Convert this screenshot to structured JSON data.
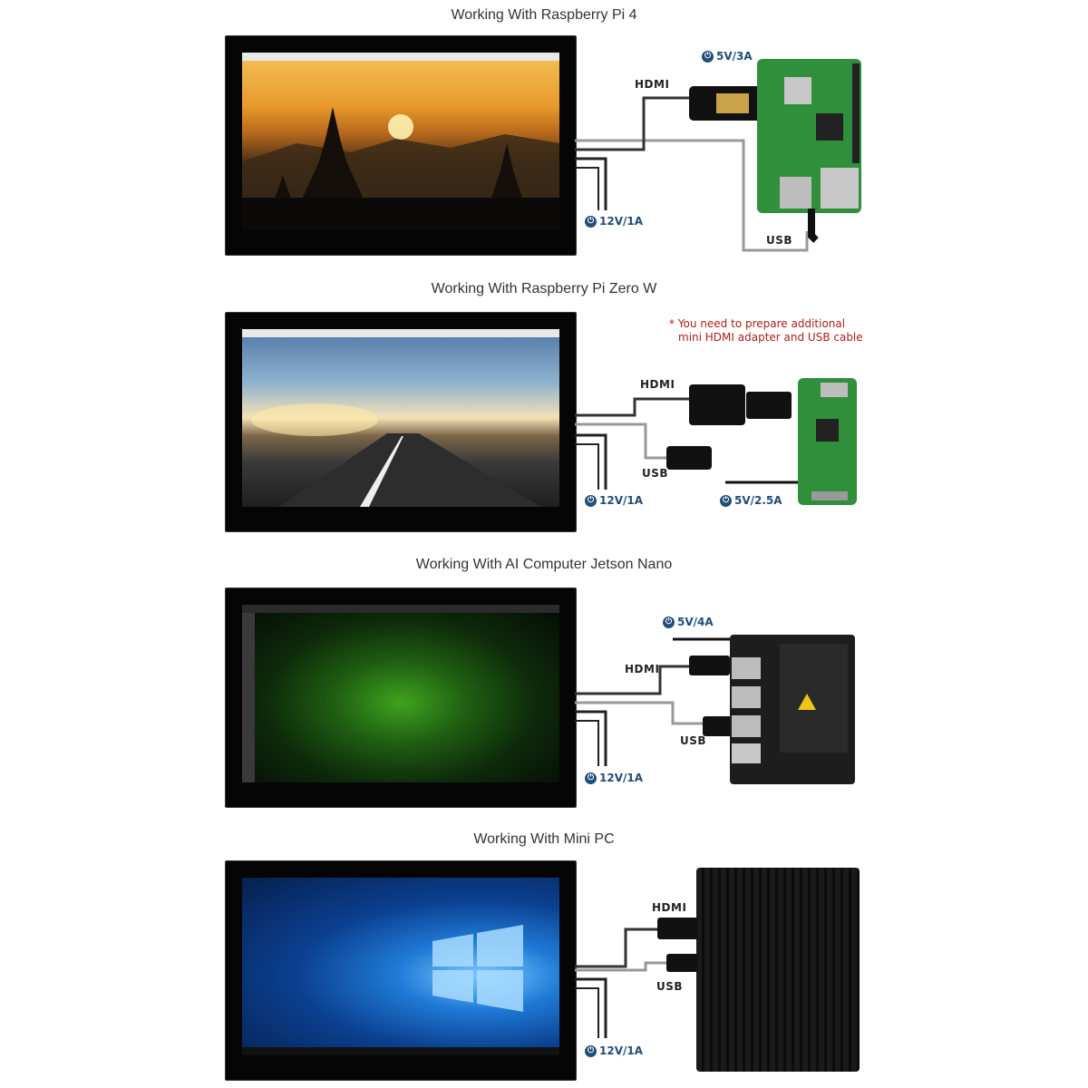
{
  "sections": [
    {
      "title": "Working With Raspberry Pi 4",
      "labels": {
        "hdmi": "HDMI",
        "usb": "USB"
      },
      "power": {
        "display": "12V/1A",
        "device": "5V/3A"
      }
    },
    {
      "title": "Working With Raspberry Pi Zero W",
      "note_line1": "* You need to prepare additional",
      "note_line2": "mini HDMI adapter and USB cable",
      "labels": {
        "hdmi": "HDMI",
        "usb": "USB"
      },
      "power": {
        "display": "12V/1A",
        "device": "5V/2.5A"
      }
    },
    {
      "title": "Working With AI Computer Jetson Nano",
      "labels": {
        "hdmi": "HDMI",
        "usb": "USB"
      },
      "power": {
        "display": "12V/1A",
        "device": "5V/4A"
      }
    },
    {
      "title": "Working With Mini PC",
      "labels": {
        "hdmi": "HDMI",
        "usb": "USB"
      },
      "power": {
        "display": "12V/1A"
      }
    }
  ],
  "colors": {
    "power_blue": "#1f4e79",
    "note_red": "#a8201a",
    "pcb_green": "#2f8f3a",
    "jetson_dark": "#1d1d1d",
    "minipc_black": "#121212"
  },
  "icons": {
    "power": "power-icon"
  }
}
